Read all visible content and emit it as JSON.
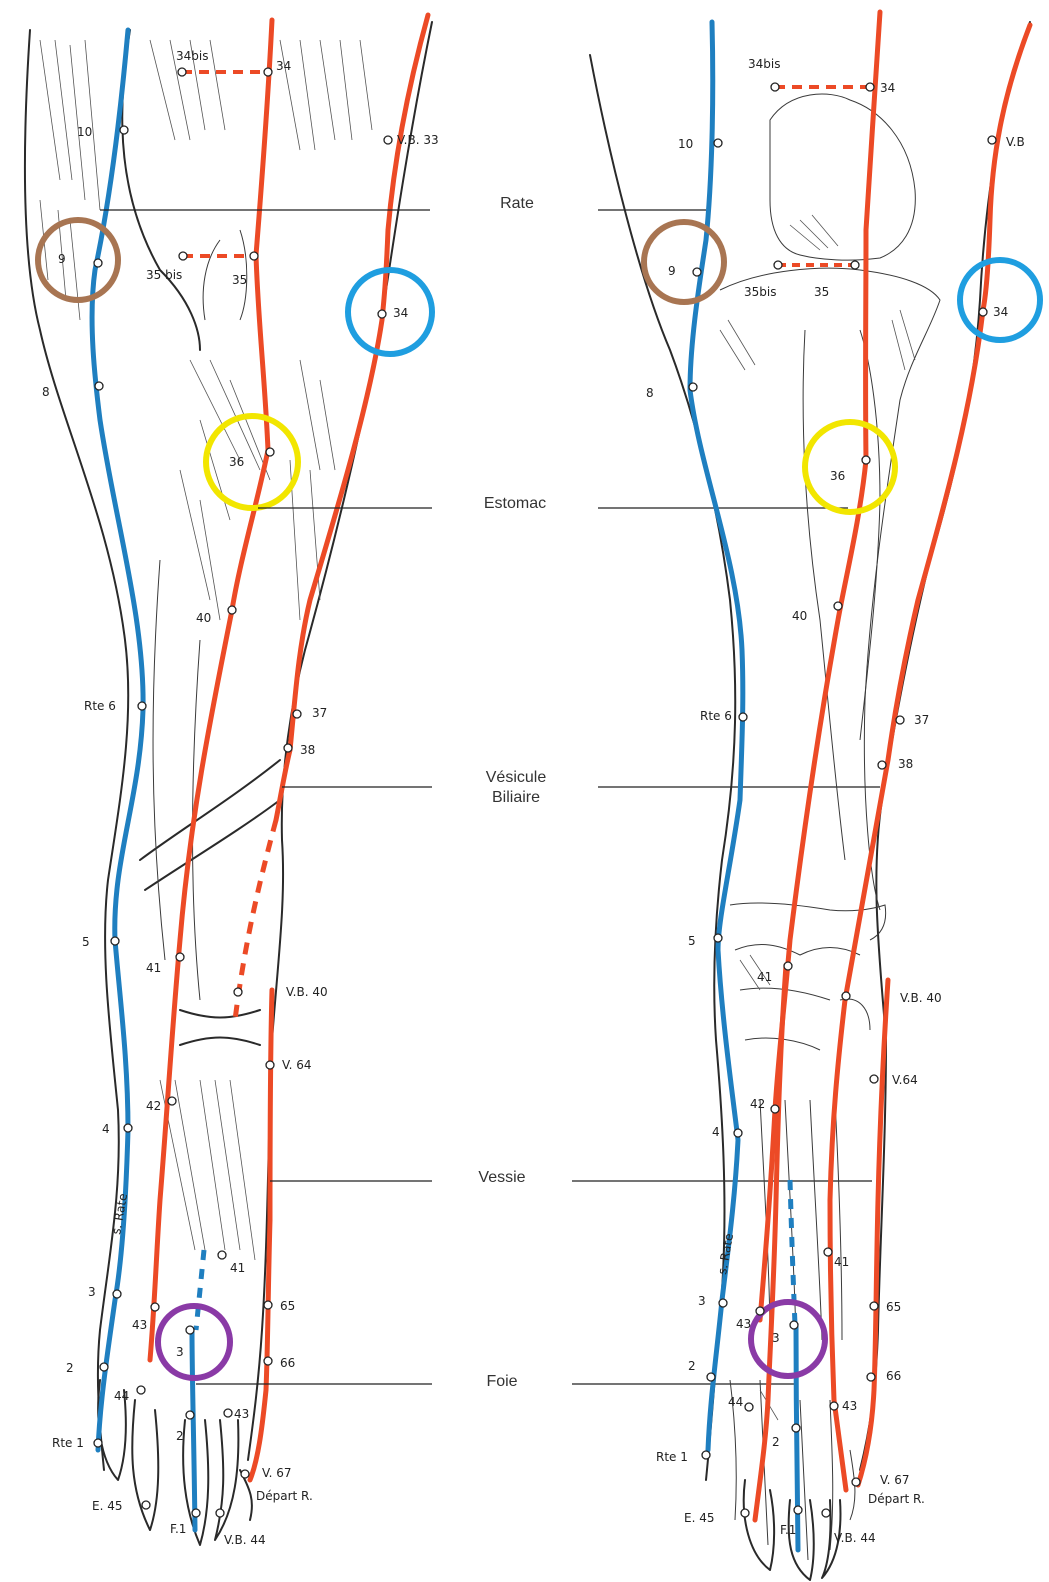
{
  "colors": {
    "meridian_spleen": "#1f7fc0",
    "meridian_red": "#ec4a26",
    "circle_brown": "#a87552",
    "circle_blue": "#1f9ee0",
    "circle_yellow": "#f2e600",
    "circle_purple": "#8a3aa6",
    "outline": "#2a2a2a"
  },
  "center_labels": {
    "rate": "Rate",
    "estomac": "Estomac",
    "vesicule_line1": "Vésicule",
    "vesicule_line2": "Biliaire",
    "vessie": "Vessie",
    "foie": "Foie"
  },
  "left_leg": {
    "labels": {
      "p34bis": "34bis",
      "p34": "34",
      "p10": "10",
      "vb33": "V.B. 33",
      "p9": "9",
      "p35bis": "35 bis",
      "p35": "35",
      "p34b": "34",
      "p8": "8",
      "p36": "36",
      "p40": "40",
      "rte6": "Rte 6",
      "p37": "37",
      "p38": "38",
      "p5": "5",
      "p41": "41",
      "vb40": "V.B. 40",
      "v64": "V. 64",
      "p42": "42",
      "p4": "4",
      "s_rate": "s. Rate",
      "p41b": "41",
      "p3": "3",
      "p65": "65",
      "p43": "43",
      "p3f": "3",
      "p2": "2",
      "p66": "66",
      "p44": "44",
      "p43b": "43",
      "p2f": "2",
      "rte1": "Rte 1",
      "v67": "V. 67",
      "depart": "Départ R.",
      "e45": "E. 45",
      "f1": "F.1",
      "vb44": "V.B. 44"
    }
  },
  "right_leg": {
    "labels": {
      "p34bis": "34bis",
      "p34": "34",
      "p10": "10",
      "vb": "V.B",
      "p9": "9",
      "p35bis": "35bis",
      "p35": "35",
      "p34b": "34",
      "p8": "8",
      "p36": "36",
      "p40": "40",
      "rte6": "Rte 6",
      "p37": "37",
      "p38": "38",
      "p5": "5",
      "p41": "41",
      "vb40": "V.B. 40",
      "v64": "V.64",
      "p42": "42",
      "p4": "4",
      "s_rate": "s. Rate",
      "p41b": "41",
      "p3": "3",
      "p43": "43",
      "p3f": "3",
      "p65": "65",
      "p2": "2",
      "p66": "66",
      "p44": "44",
      "p43b": "43",
      "p2f": "2",
      "rte1": "Rte 1",
      "v67": "V. 67",
      "depart": "Départ R.",
      "e45": "E. 45",
      "f1": "F.1",
      "vb44": "V.B. 44"
    }
  }
}
